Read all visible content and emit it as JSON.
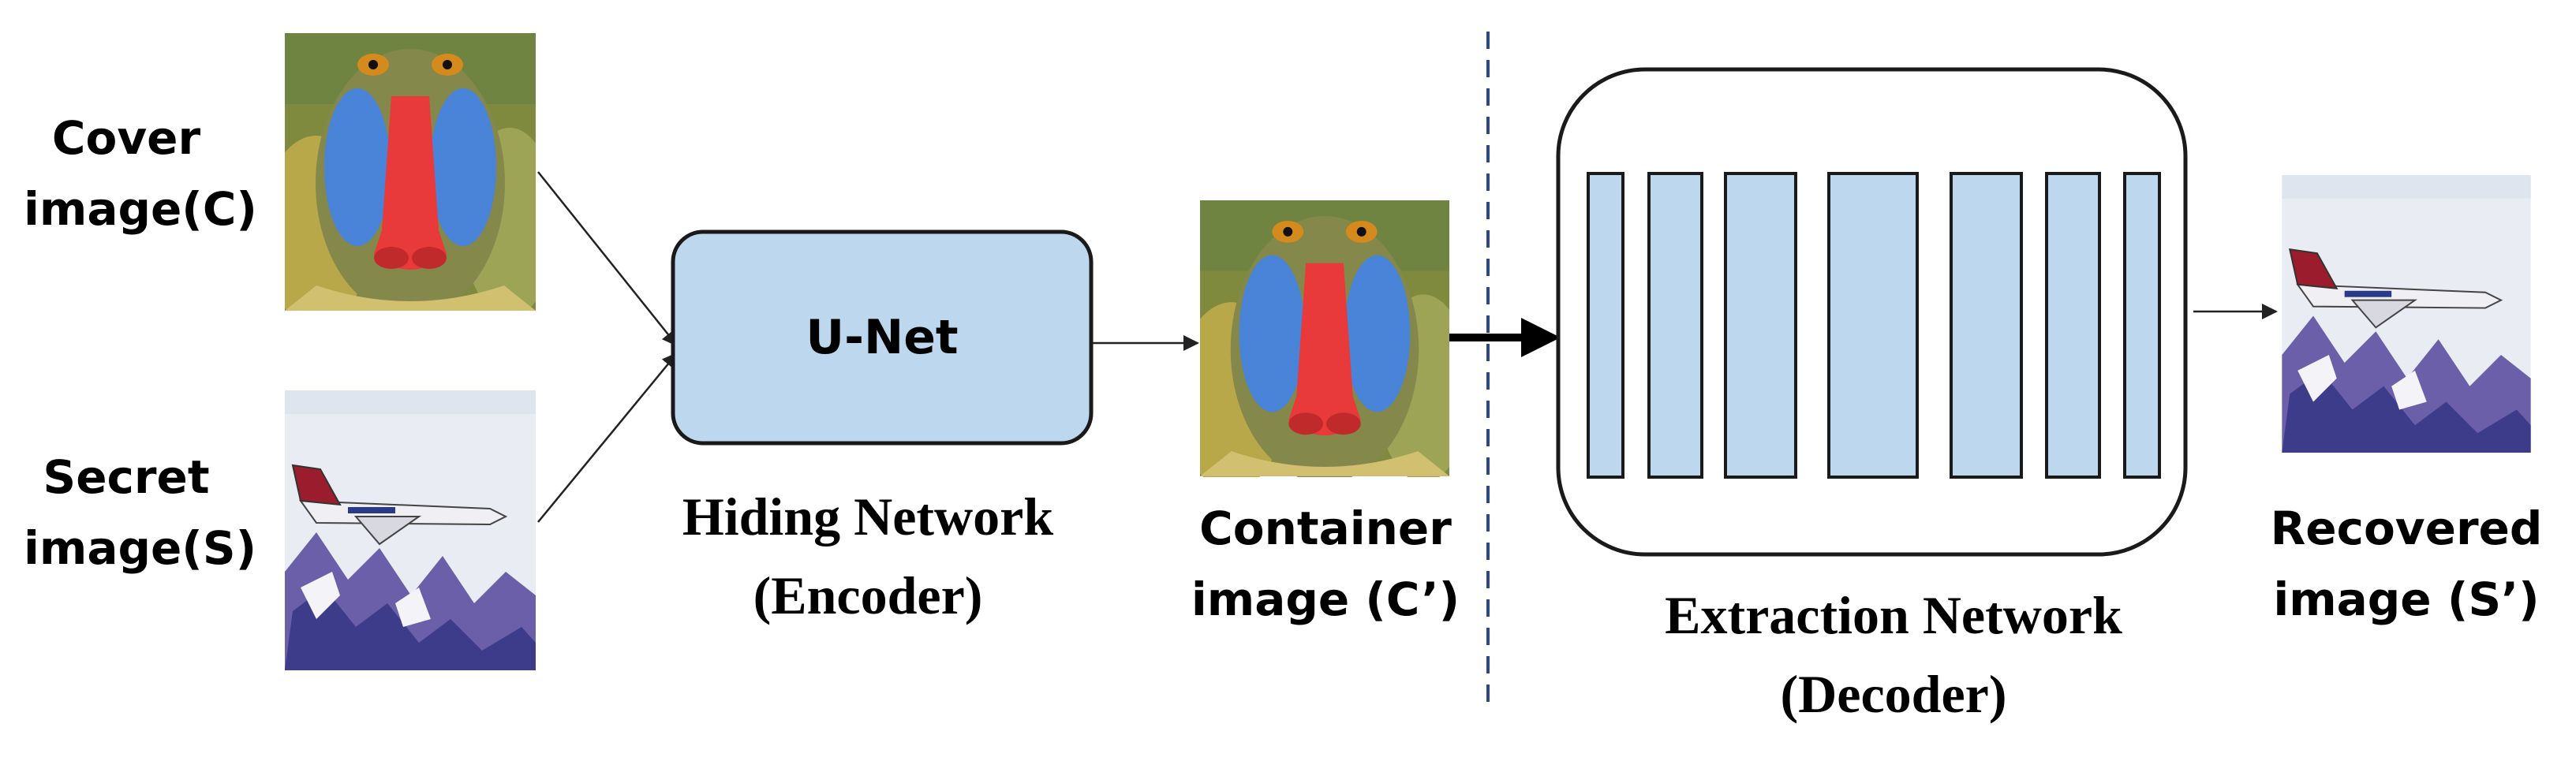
{
  "cover_label": [
    "Cover",
    "image(C)"
  ],
  "secret_label": [
    "Secret",
    "image(S)"
  ],
  "unet_label": "U-Net",
  "hiding_label": [
    "Hiding Network",
    "(Encoder)"
  ],
  "container_label": [
    "Container",
    "image (C’)"
  ],
  "extraction_label": [
    "Extraction Network",
    "(Decoder)"
  ],
  "recovered_label": [
    "Recovered",
    "image (S’)"
  ],
  "colors": {
    "block_fill": "#bdd7ee",
    "separator": "#2e4a7d",
    "mandrill_face": "#e83a3a",
    "mandrill_cheeks": "#4a84d8",
    "sky": "#e9edf3",
    "mountains": "#6a5fa8"
  },
  "icons": [
    "mandrill-image",
    "jet-image"
  ]
}
